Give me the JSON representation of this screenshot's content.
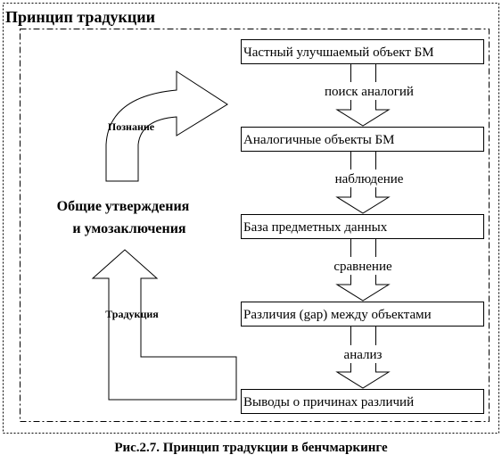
{
  "title": "Принцип традукции",
  "boxes": [
    "Частный улучшаемый объект БМ",
    "Аналогичные объекты БМ",
    "База предметных данных",
    "Различия (gap) между объектами",
    "Выводы о причинах различий"
  ],
  "transitions": [
    "поиск аналогий",
    "наблюдение",
    "сравнение",
    "анализ"
  ],
  "center_text": [
    "Общие утверждения",
    "и умозаключения"
  ],
  "arrow_labels": {
    "top": "Познание",
    "bottom": "Традукция"
  },
  "caption": "Рис.2.7. Принцип традукции в бенчмаркинге"
}
